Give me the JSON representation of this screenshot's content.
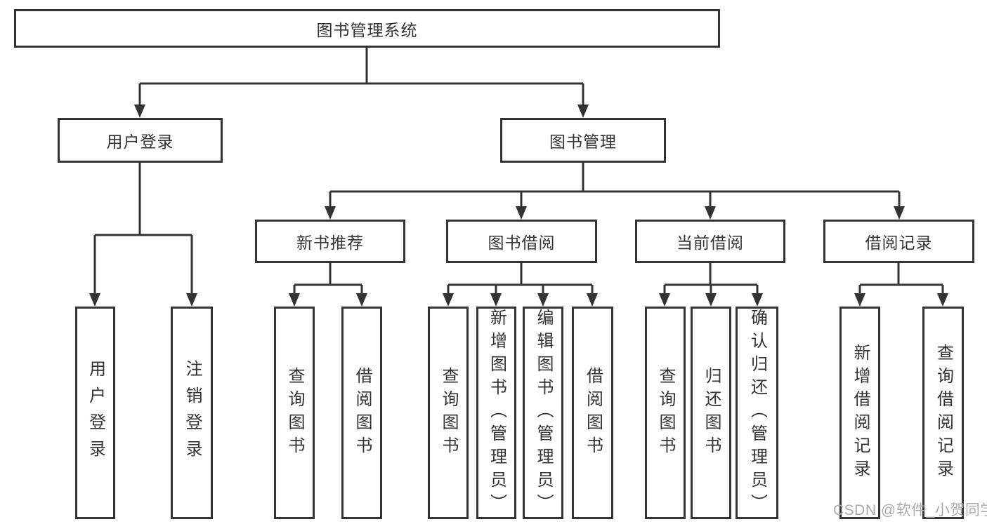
{
  "diagram": {
    "nodes": {
      "root": {
        "label": "图书管理系统"
      },
      "user_login": {
        "label": "用户登录"
      },
      "book_mgmt": {
        "label": "图书管理"
      },
      "new_book_rec": {
        "label": "新书推荐"
      },
      "book_borrow": {
        "label": "图书借阅"
      },
      "current_borrow": {
        "label": "当前借阅"
      },
      "borrow_record": {
        "label": "借阅记录"
      },
      "leaf_user_login": {
        "label": "用户登录"
      },
      "leaf_logout": {
        "label": "注销登录"
      },
      "leaf_rec_query": {
        "label": "查询图书"
      },
      "leaf_rec_borrow": {
        "label": "借阅图书"
      },
      "leaf_bb_query": {
        "label": "查询图书"
      },
      "leaf_bb_add": {
        "label": "新增图书（管理员）"
      },
      "leaf_bb_edit": {
        "label": "编辑图书（管理员）"
      },
      "leaf_bb_borrow": {
        "label": "借阅图书"
      },
      "leaf_cb_query": {
        "label": "查询图书"
      },
      "leaf_cb_return": {
        "label": "归还图书"
      },
      "leaf_cb_confirm": {
        "label": "确认归还（管理员）"
      },
      "leaf_br_add": {
        "label": "新增借阅记录"
      },
      "leaf_br_query": {
        "label": "查询借阅记录"
      }
    },
    "watermark": "CSDN @软件_小贺同学",
    "colors": {
      "line": "#333333",
      "text": "#333333",
      "watermark": "#ababab",
      "background": "#ffffff"
    }
  }
}
